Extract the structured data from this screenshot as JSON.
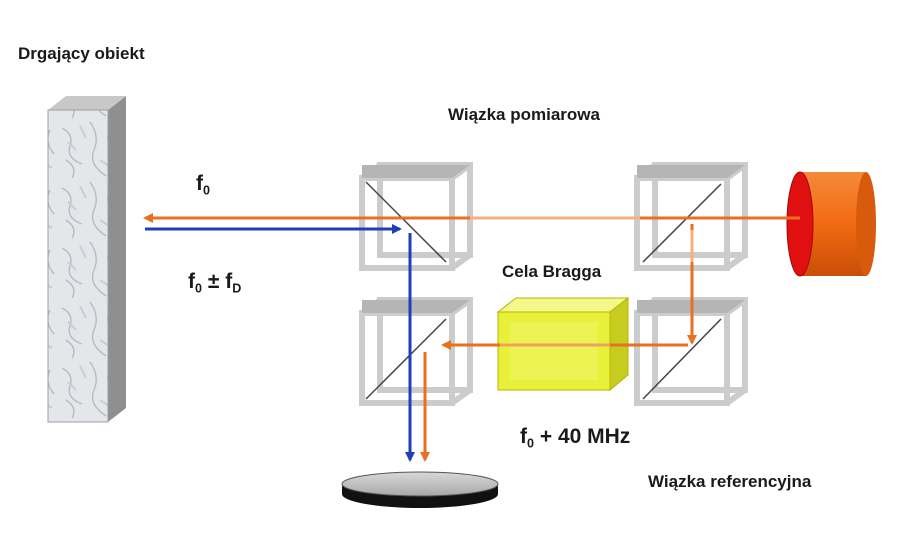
{
  "labels": {
    "object": "Drgający obiekt",
    "measurement_beam": "Wiązka pomiarowa",
    "reference_beam": "Wiązka referencyjna",
    "bragg_cell": "Cela Bragga",
    "freq_f": "f",
    "freq_sub0": "0",
    "doppler_pm": " ± f",
    "doppler_sub": "D",
    "shift_rest": " + 40 MHz"
  },
  "colors": {
    "laser_beam": "#e8701e",
    "return_beam": "#1f3fb8",
    "bragg_cell": "#e8f03a",
    "laser_body": "#f26a12",
    "laser_face": "#e01010"
  }
}
